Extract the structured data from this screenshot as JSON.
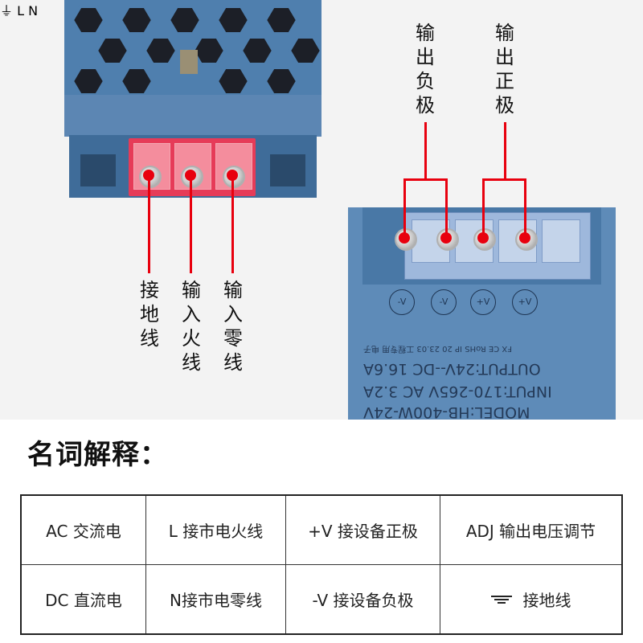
{
  "left_device": {
    "terminal_symbols": [
      "⏚",
      "L",
      "N"
    ],
    "labels": [
      {
        "name": "ground",
        "text": "接地线"
      },
      {
        "name": "live",
        "text": "输入火线"
      },
      {
        "name": "neutral",
        "text": "输入零线"
      }
    ]
  },
  "right_device": {
    "top_labels": [
      {
        "name": "negative",
        "text": "输出负极"
      },
      {
        "name": "positive",
        "text": "输出正极"
      }
    ],
    "terminal_symbols": [
      "-V",
      "-V",
      "+V",
      "+V"
    ],
    "label_lines": [
      "FX  CE  RoHS  IP 20  23.03  工程专用  电子",
      "OUTPUT:24V--DC 16.6A",
      "INPUT:170-265V AC 3.2A",
      "MODEL:HB-400W-24V"
    ]
  },
  "section": {
    "title": "名词解释："
  },
  "legend": {
    "rows": [
      [
        "AC 交流电",
        "L 接市电火线",
        "+V 接设备正极",
        "ADJ 输出电压调节"
      ],
      [
        "DC 直流电",
        "N接市电零线",
        "-V 接设备负极",
        "接地线"
      ]
    ],
    "ground_icon": "ground-icon"
  },
  "colors": {
    "accent_red": "#e8000e",
    "device_blue": "#4f7fae"
  }
}
